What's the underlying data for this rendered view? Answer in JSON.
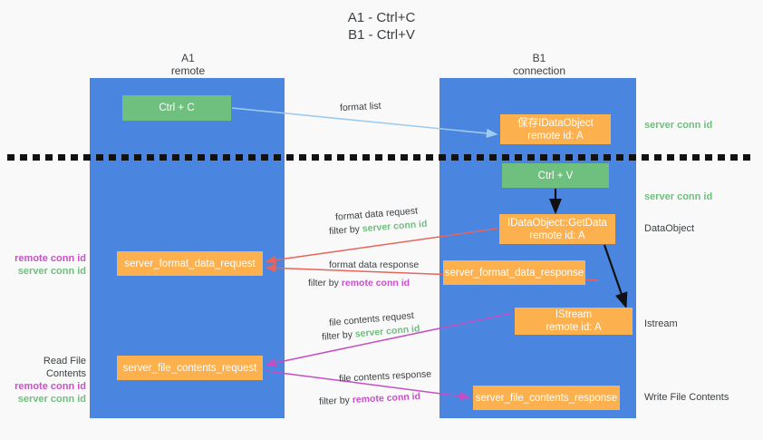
{
  "title": "A1 - Ctrl+C\nB1 - Ctrl+V",
  "columns": {
    "left": "A1\nremote",
    "right": "B1\nconnection"
  },
  "nodes": {
    "ctrl_c": "Ctrl + C",
    "save_dataobject": "保存IDataObject\nremote id: A",
    "ctrl_v": "Ctrl + V",
    "get_data": "IDataObject::GetData\nremote id: A",
    "format_data_response": "server_format_data_response",
    "istream": "IStream\nremote id: A",
    "file_contents_response": "server_file_contents_response",
    "format_data_request": "server_format_data_request",
    "file_contents_request": "server_file_contents_request"
  },
  "right_labels": {
    "server_conn_id_top": "server conn id",
    "server_conn_id_mid": "server conn id",
    "dataobject": "DataObject",
    "istream": "Istream",
    "write_file_contents": "Write File Contents"
  },
  "left_labels": {
    "remote_conn_id_1": "remote conn id",
    "server_conn_id_1": "server conn id",
    "read_file_contents": "Read File Contents",
    "remote_conn_id_2": "remote conn id",
    "server_conn_id_2": "server conn id"
  },
  "edges": {
    "format_list": "format list",
    "format_data_request": "format data request",
    "filter_by": "filter by",
    "server_conn_id": "server conn id",
    "remote_conn_id": "remote conn id",
    "format_data_response": "format data response",
    "file_contents_request": "file contents request",
    "file_contents_response": "file contents response"
  },
  "colors": {
    "lane": "#4a86df",
    "green_node": "#6fbf7e",
    "orange_node": "#fcb04e",
    "green_text": "#6fbf7e",
    "magenta_text": "#c850c8",
    "arrow_blue": "#9ecbee",
    "arrow_red": "#e8645a",
    "arrow_magenta": "#c44fc4",
    "arrow_black": "#111111",
    "background": "#f9f9f9"
  }
}
